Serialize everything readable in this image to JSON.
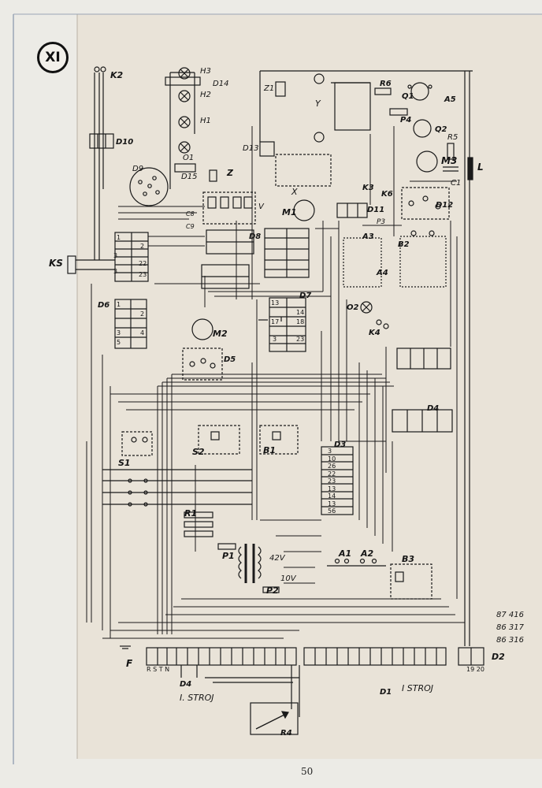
{
  "sheet": {
    "plate_label": "XI",
    "page_number": "50",
    "codes": [
      "87 416",
      "86 317",
      "86 316"
    ]
  },
  "labels": {
    "K2": "K2",
    "H3": "H3",
    "H2": "H2",
    "H1": "H1",
    "D14": "D14",
    "D10": "D10",
    "O1": "O1",
    "D15": "D15",
    "Z": "Z",
    "D9": "D9",
    "V": "V",
    "C8": "C8",
    "C9": "C9",
    "D8": "D8",
    "Z1": "Z1",
    "D13": "D13",
    "M1": "M1",
    "X": "X",
    "Y": "Y",
    "R6": "R6",
    "Q1": "Q1",
    "A5": "A5",
    "P4": "P4",
    "Q2": "Q2",
    "R5": "R5",
    "C1": "C1",
    "M3": "M3",
    "L": "L",
    "K3": "K3",
    "K6": "K6",
    "D11": "D11",
    "P3": "P3",
    "D12": "D12",
    "A3": "A3",
    "B2": "B2",
    "A4": "A4",
    "O2": "O2",
    "K4": "K4",
    "KS": "KS",
    "D6": "D6",
    "D7": "D7",
    "M2": "M2",
    "D5": "D5",
    "D4_right": "D4",
    "S1": "S1",
    "S2": "S2",
    "B1": "B1",
    "D3": "D3",
    "R1": "R1",
    "P1": "P1",
    "P2": "P2",
    "V42": "42V",
    "V10": "10V",
    "A1": "A1",
    "A2": "A2",
    "B3": "B3",
    "F": "F",
    "RSTN": "R S T N",
    "D4_bottom": "D4",
    "stroj1": "I. STROJ",
    "D1": "D1",
    "stroj2": "I  STROJ",
    "D2": "D2",
    "R4": "R4",
    "d1920": "19 20"
  },
  "terminals": {
    "d3": [
      "3",
      "10",
      "26",
      "22",
      "23",
      "13",
      "14",
      "13",
      "56"
    ],
    "d6": [
      "1",
      "2",
      "3",
      "4",
      "5"
    ],
    "d7": [
      "13",
      "17",
      "14",
      "18",
      "3",
      "23"
    ],
    "left_block": [
      "1",
      "2",
      "3",
      "22",
      "3",
      "23"
    ]
  }
}
